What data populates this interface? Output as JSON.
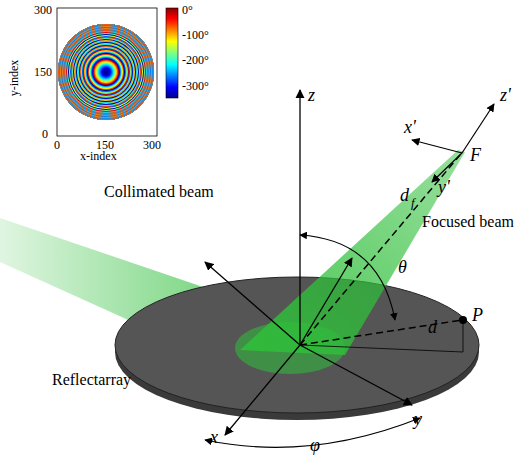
{
  "diagram": {
    "labels": [
      "y-index",
      "x-index",
      "300",
      "150",
      "0",
      "0",
      "150",
      "300",
      "0°",
      "-100°",
      "-200°",
      "-300°",
      "z",
      "x'",
      "y'",
      "z'",
      "F",
      "d",
      "f",
      "Focused beam",
      "Collimated beam",
      "θ",
      "P",
      "d",
      "Reflectarray",
      "x",
      "y",
      "φ"
    ]
  }
}
